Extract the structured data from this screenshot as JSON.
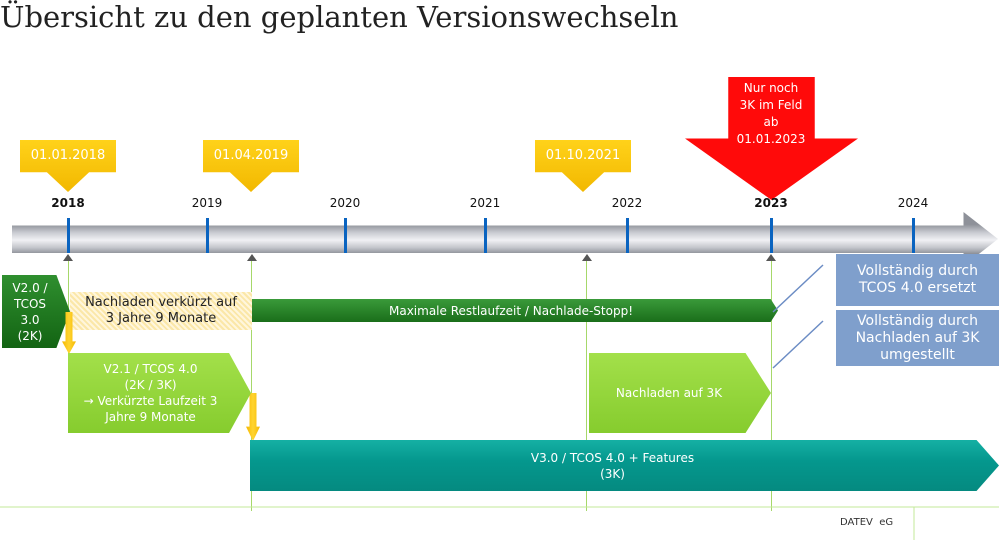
{
  "title": "Übersicht zu den geplanten Versionswechseln",
  "callouts": [
    "01.01.2018",
    "01.04.2019",
    "01.10.2021"
  ],
  "red_callout": [
    "Nur noch",
    "3K im Feld",
    "ab",
    "01.01.2023"
  ],
  "years": [
    "2018",
    "2019",
    "2020",
    "2021",
    "2022",
    "2023",
    "2024"
  ],
  "bars": {
    "v20": [
      "V2.0 /",
      "TCOS",
      "3.0",
      "(2K)"
    ],
    "nachladen_verkuerzt": [
      "Nachladen verkürzt auf",
      "3 Jahre 9 Monate"
    ],
    "restlaufzeit": "Maximale Restlaufzeit / Nachlade-Stopp!",
    "v21": [
      "V2.1 / TCOS 4.0",
      "(2K / 3K)",
      "→ Verkürzte Laufzeit 3",
      "Jahre 9 Monate"
    ],
    "nachladen_3k": "Nachladen auf 3K",
    "v30": [
      "V3.0 / TCOS 4.0 + Features",
      "(3K)"
    ]
  },
  "notes": {
    "replaced": [
      "Vollständig durch",
      "TCOS 4.0 ersetzt"
    ],
    "reloaded": [
      "Vollständig durch",
      "Nachladen auf 3K",
      "umgestellt"
    ]
  },
  "footer": "DATEV  eG",
  "colors": {
    "gold": "#f5b800",
    "red": "#ff0000",
    "dark_green": "#1e7a1e",
    "light_green": "#92d83a",
    "teal": "#079e94",
    "note_blue": "#7f9fcc",
    "tick_blue": "#0a64c0"
  }
}
